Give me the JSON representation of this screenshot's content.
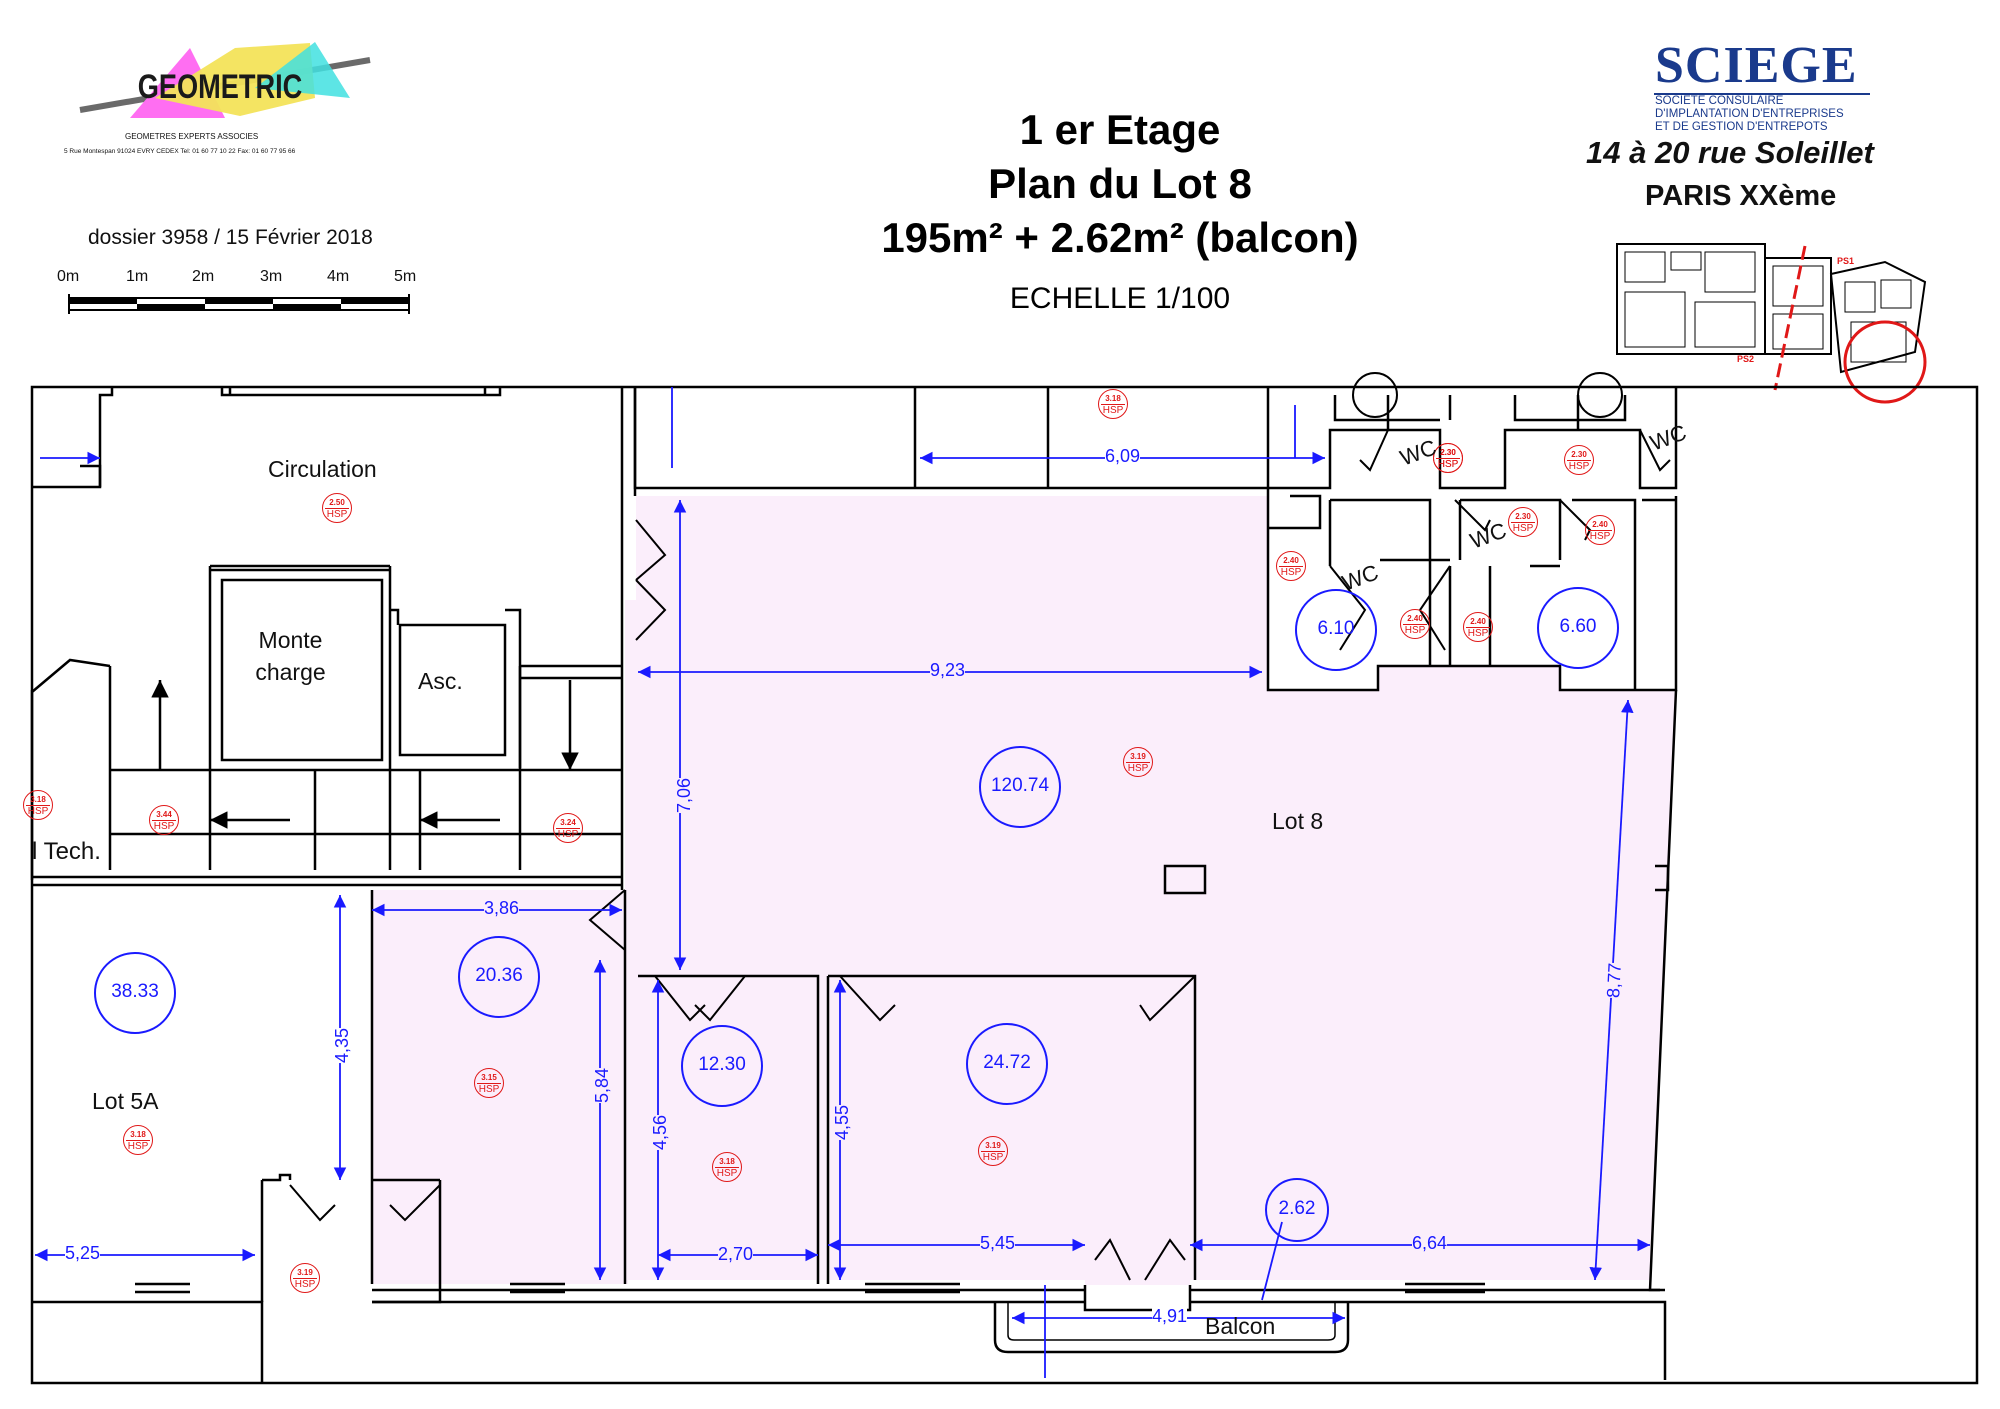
{
  "header": {
    "title_line1": "1 er Etage",
    "title_line2": "Plan du Lot 8",
    "title_line3": "195m² + 2.62m² (balcon)",
    "scale": "ECHELLE 1/100"
  },
  "geometric": {
    "logo_text": "GEOMETRIC",
    "subtitle": "GEOMETRES EXPERTS ASSOCIES",
    "address": "5 Rue Montespan 91024 EVRY CEDEX  Tel: 01 60 77 10 22 Fax: 01 60 77 95 66",
    "dossier": "dossier 3958 / 15 Février 2018",
    "scale_ticks": [
      "0m",
      "1m",
      "2m",
      "3m",
      "4m",
      "5m"
    ]
  },
  "sciege": {
    "logo": "SCIEGE",
    "tag1": "SOCIETE CONSULAIRE",
    "tag2": "D'IMPLANTATION D'ENTREPRISES",
    "tag3": "ET DE GESTION D'ENTREPOTS",
    "address": "14 à 20  rue Soleillet",
    "city": "PARIS XXème",
    "keyplan_labels": [
      "PS1",
      "PS2"
    ]
  },
  "colors": {
    "lot_fill": "#fbeefb",
    "dimension": "#1a1aff",
    "hsp": "#e01818",
    "wall": "#000000"
  },
  "rooms": {
    "circulation": "Circulation",
    "monte_charge_1": "Monte",
    "monte_charge_2": "charge",
    "asc": "Asc.",
    "tech": "l Tech.",
    "lot8": "Lot 8",
    "lot5a": "Lot 5A",
    "balcon": "Balcon",
    "wc": "WC"
  },
  "areas": {
    "a_120_74": "120.74",
    "a_38_33": "38.33",
    "a_20_36": "20.36",
    "a_12_30": "12.30",
    "a_24_72": "24.72",
    "a_6_10": "6.10",
    "a_6_60": "6.60",
    "a_2_62": "2.62"
  },
  "dimensions": {
    "d_6_09": "6,09",
    "d_9_23": "9,23",
    "d_7_06": "7,06",
    "d_3_86": "3,86",
    "d_4_35": "4,35",
    "d_5_84": "5,84",
    "d_4_56": "4,56",
    "d_4_55": "4,55",
    "d_8_77": "8,77",
    "d_5_25": "5,25",
    "d_2_70": "2,70",
    "d_5_45": "5,45",
    "d_6_64": "6,64",
    "d_4_91": "4,91"
  },
  "hsp": {
    "label": "HSP",
    "top": "3.18",
    "circulation": "2.50",
    "wc1": "2.30",
    "wc2": "2.30",
    "wc3": "2.30",
    "wc4": "2.30",
    "wc5": "2.40",
    "wc6": "2.40",
    "wc7": "2.40",
    "wc8": "2.40",
    "lot8": "3.19",
    "left_edge": "3.18",
    "mc": "3.44",
    "asc": "3.24",
    "r20": "3.15",
    "r12": "3.18",
    "r24": "3.19",
    "lot5a": "3.18",
    "entry": "3.19"
  }
}
